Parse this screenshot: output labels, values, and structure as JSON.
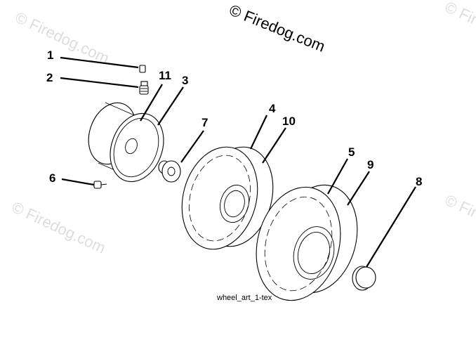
{
  "copyright": "© Firedog.com",
  "watermark": "© Firedog.com",
  "caption": "wheel_art_1-tex",
  "callouts": {
    "c1": "1",
    "c2": "2",
    "c3": "3",
    "c4": "4",
    "c5": "5",
    "c6": "6",
    "c7": "7",
    "c8": "8",
    "c9": "9",
    "c10": "10",
    "c11": "11"
  }
}
